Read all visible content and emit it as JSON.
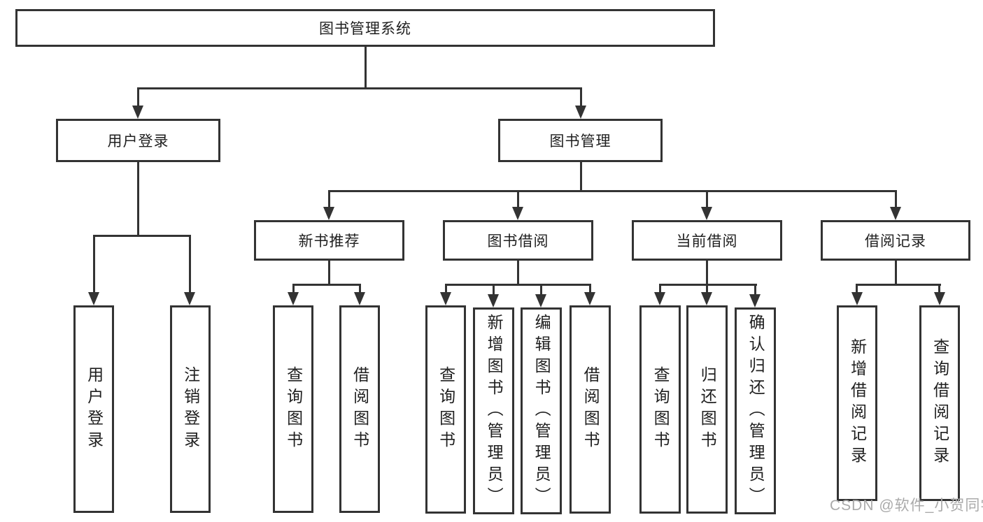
{
  "diagram": {
    "root": "图书管理系统",
    "level2": {
      "user_login": "用户登录",
      "book_mgmt": "图书管理"
    },
    "level3": {
      "new_books": "新书推荐",
      "borrowing": "图书借阅",
      "current": "当前借阅",
      "records": "借阅记录"
    },
    "leaves": {
      "user_login": [
        "用户登录",
        "注销登录"
      ],
      "new_books": [
        "查询图书",
        "借阅图书"
      ],
      "borrowing": [
        "查询图书",
        "新增图书（管理员）",
        "编辑图书（管理员）",
        "借阅图书"
      ],
      "current": [
        "查询图书",
        "归还图书",
        "确认归还（管理员）"
      ],
      "records": [
        "新增借阅记录",
        "查询借阅记录"
      ]
    }
  },
  "watermark": "CSDN @软件_小贺同学",
  "colors": {
    "line": "#333333",
    "text": "#1f1f1f",
    "watermark": "#aaaaaa",
    "background": "#ffffff"
  }
}
